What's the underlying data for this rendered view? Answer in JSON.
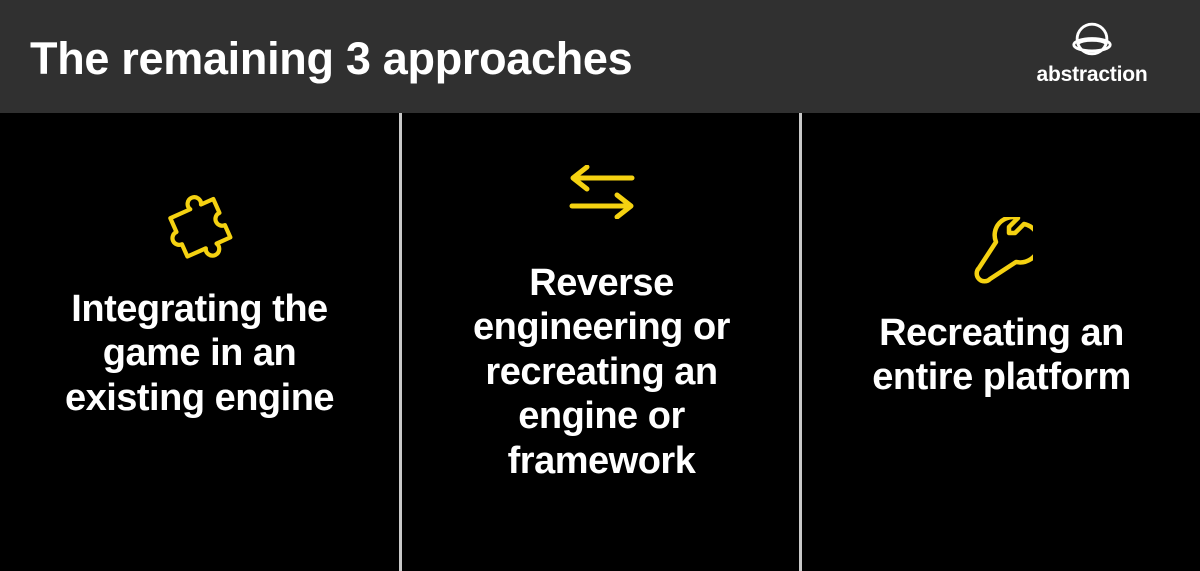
{
  "slide": {
    "background_color": "#000000",
    "header_background_color": "#303030",
    "accent_color": "#F5D211",
    "text_color": "#FFFFFF",
    "divider_color": "#C9C9C9",
    "title": "The remaining 3 approaches"
  },
  "brand": {
    "wordmark": "abstraction",
    "mark_icon": "abstraction-logo-icon"
  },
  "columns": [
    {
      "icon": "puzzle-piece-icon",
      "text": "Integrating the game in an existing engine"
    },
    {
      "icon": "swap-arrows-icon",
      "text": "Reverse engineering or recreating an engine or framework"
    },
    {
      "icon": "wrench-icon",
      "text": "Recreating an entire platform"
    }
  ]
}
